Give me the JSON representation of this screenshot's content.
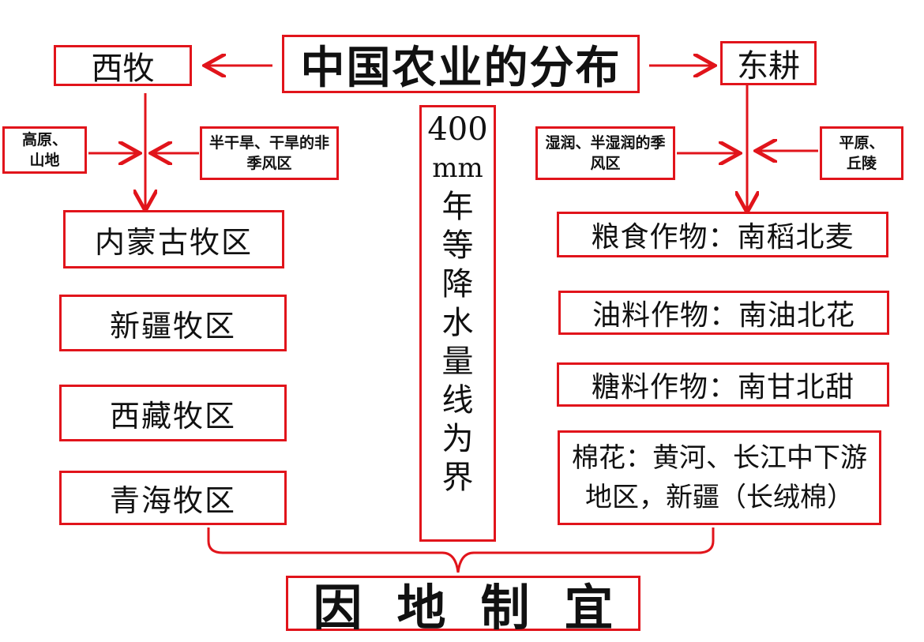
{
  "title": "中国农业的分布",
  "west": "西牧",
  "east": "东耕",
  "west_factor_left": "高原、山地",
  "west_factor_right": "半干旱、干旱的非季风区",
  "east_factor_left": "湿润、半湿润的季风区",
  "east_factor_right": "平原、丘陵",
  "pastoral_regions": [
    "内蒙古牧区",
    "新疆牧区",
    "西藏牧区",
    "青海牧区"
  ],
  "divider_line": {
    "value": "400",
    "unit": "mm",
    "text": [
      "年",
      "等",
      "降",
      "水",
      "量",
      "线",
      "为",
      "界"
    ]
  },
  "crops": [
    "粮食作物：南稻北麦",
    "油料作物：南油北花",
    "糖料作物：南甘北甜"
  ],
  "cotton": "棉花：黄河、长江中下游地区，新疆（长绒棉）",
  "conclusion": "因地制宜",
  "colors": {
    "accent": "#e1141b",
    "text": "#111111",
    "background": "#ffffff"
  }
}
